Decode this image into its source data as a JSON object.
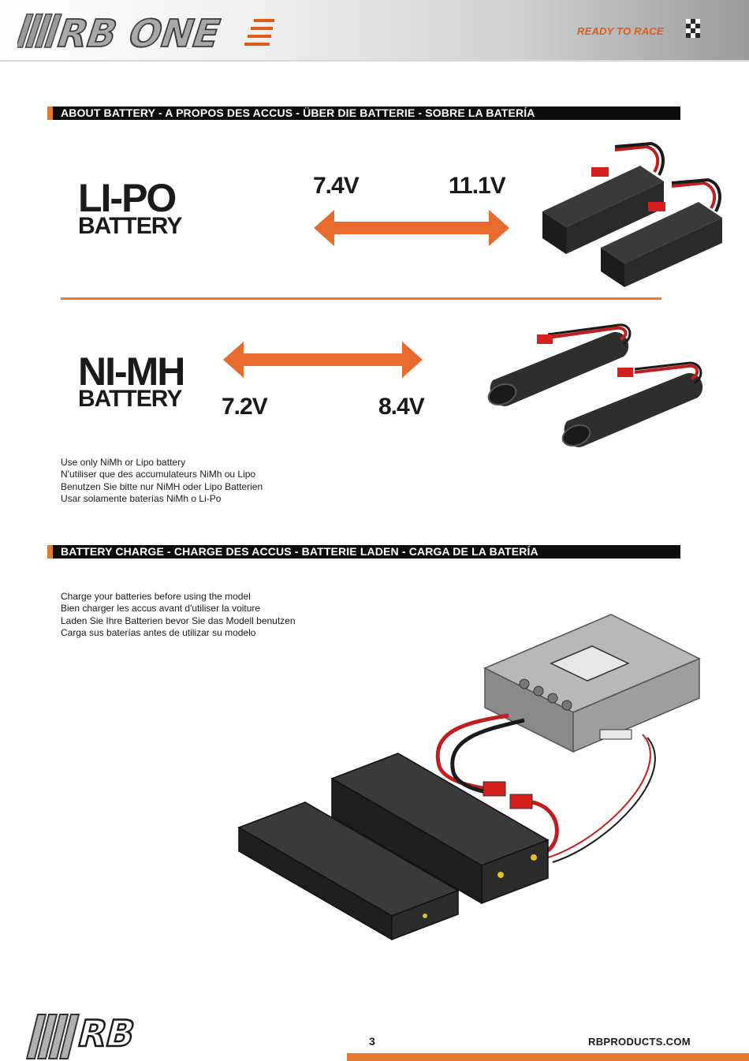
{
  "header": {
    "brand": "RB ONE",
    "tagline": "READY TO RACE"
  },
  "section1": {
    "title": "ABOUT BATTERY - A PROPOS DES ACCUS - ÜBER DIE BATTERIE - SOBRE LA BATERÍA"
  },
  "lipo": {
    "name": "LI-PO",
    "sub": "BATTERY",
    "volt_min": "7.4V",
    "volt_max": "11.1V"
  },
  "nimh": {
    "name": "NI-MH",
    "sub": "BATTERY",
    "volt_min": "7.2V",
    "volt_max": "8.4V"
  },
  "battery_note": [
    "Use only NiMh or Lipo battery",
    "N'utiliser que des accumulateurs NiMh ou Lipo",
    "Benutzen Sie bitte nur NiMH oder Lipo Batterien",
    "Usar solamente baterías NiMh o Li-Po"
  ],
  "section2": {
    "title": "BATTERY CHARGE - CHARGE DES ACCUS - BATTERIE LADEN - CARGA DE LA BATERÍA"
  },
  "charge_note": [
    "Charge your batteries before using the model",
    "Bien charger les accus avant d'utiliser la voiture",
    "Laden Sie Ihre Batterien bevor Sie das Modell benutzen",
    "Carga sus baterías antes de utilizar su modelo"
  ],
  "footer": {
    "brand": "RB",
    "page_number": "3",
    "website": "RBPRODUCTS.COM"
  },
  "colors": {
    "accent": "#e87a35",
    "bar": "#0d0d0d",
    "text": "#1a1a1a"
  }
}
